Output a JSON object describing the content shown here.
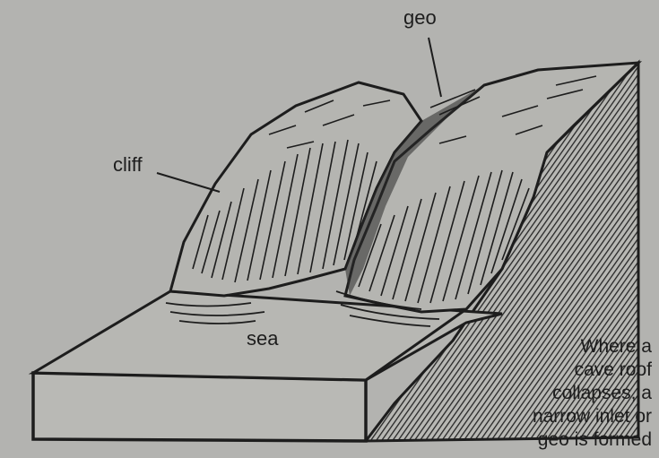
{
  "labels": {
    "geo": "geo",
    "cliff": "cliff",
    "sea": "sea"
  },
  "caption_lines": [
    "Where a",
    "cave roof",
    "collapses, a",
    "narrow inlet or",
    "geo is formed"
  ],
  "colors": {
    "background": "#b3b3b0",
    "ink": "#1d1d1d"
  }
}
